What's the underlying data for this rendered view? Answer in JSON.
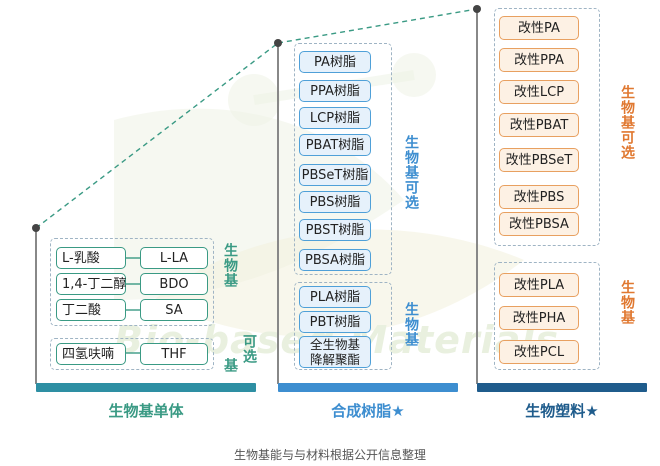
{
  "watermark": "Bio-based Materials",
  "columns": [
    {
      "label": "生物基单体",
      "groups": [
        {
          "side_label": "生物基",
          "rows": [
            {
              "left": "L-乳酸",
              "right": "L-LA"
            },
            {
              "left": "1,4-丁二醇",
              "right": "BDO"
            },
            {
              "left": "丁二酸",
              "right": "SA"
            }
          ]
        },
        {
          "side_label": "可选",
          "side_label_2": "基",
          "rows": [
            {
              "left": "四氢呋喃",
              "right": "THF"
            }
          ]
        }
      ]
    },
    {
      "label": "合成树脂★",
      "optional_items": [
        "PA树脂",
        "PPA树脂",
        "LCP树脂",
        "PBAT树脂",
        "PBSeT树脂",
        "PBS树脂",
        "PBST树脂",
        "PBSA树脂"
      ],
      "optional_label": "生物基可选",
      "bio_items": [
        "PLA树脂",
        "PBT树脂",
        "全生物基\n降解聚酯"
      ],
      "bio_label": "生物基"
    },
    {
      "label": "生物塑料★",
      "optional_items": [
        "改性PA",
        "改性PPA",
        "改性LCP",
        "改性PBAT",
        "改性PBSeT",
        "改性PBS",
        "改性PBSA"
      ],
      "optional_label": "生物基可选",
      "bio_items": [
        "改性PLA",
        "改性PHA",
        "改性PCL"
      ],
      "bio_label": "生物基"
    }
  ],
  "caption": "生物基能与与材料根据公开信息整理",
  "colors": {
    "teal": "#3a9a84",
    "blue": "#3d8ed0",
    "orange": "#e07830",
    "navy": "#1f5c8c",
    "watermark": "#e9f0df"
  }
}
